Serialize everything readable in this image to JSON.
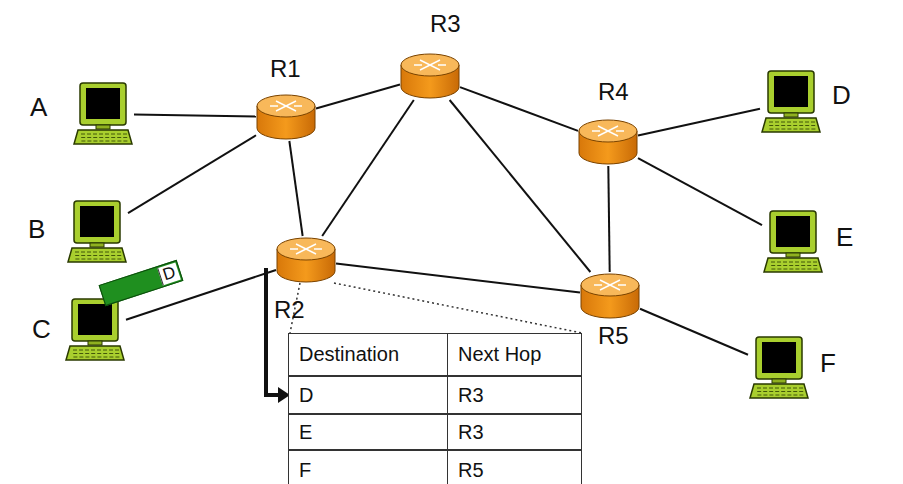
{
  "diagram": {
    "nodes": [
      {
        "text": [
          "R3"
        ]
      },
      {
        "text": [
          "R1"
        ]
      },
      {
        "text": [
          "A"
        ]
      },
      {
        "text": [
          "R4"
        ]
      },
      {
        "text": [
          "D"
        ]
      },
      {
        "text": [
          "B"
        ]
      },
      {
        "text": [
          "E"
        ]
      },
      {
        "text": [
          "R2"
        ]
      },
      {
        "text": [
          "D"
        ]
      },
      {
        "text": [
          "C"
        ]
      },
      {
        "text": [
          "R5"
        ]
      },
      {
        "text": [
          "F"
        ]
      }
    ],
    "edges": [
      {
        "from": 2,
        "to": 1,
        "arrow": "none"
      },
      {
        "from": 5,
        "to": 1,
        "arrow": "none"
      },
      {
        "from": 9,
        "to": 7,
        "arrow": "none"
      },
      {
        "from": 1,
        "to": 7,
        "arrow": "none"
      },
      {
        "from": 1,
        "to": 0,
        "arrow": "none"
      },
      {
        "from": 7,
        "to": 0,
        "arrow": "none"
      },
      {
        "from": 7,
        "to": 10,
        "arrow": "none"
      },
      {
        "from": 0,
        "to": 3,
        "arrow": "none"
      },
      {
        "from": 0,
        "to": 10,
        "arrow": "none"
      },
      {
        "from": 3,
        "to": 10,
        "arrow": "none"
      },
      {
        "from": 3,
        "to": 4,
        "arrow": "none"
      },
      {
        "from": 3,
        "to": 6,
        "arrow": "none"
      },
      {
        "from": 10,
        "to": 11,
        "arrow": "none"
      }
    ],
    "labels": [
      "Destination",
      "Next Hop",
      "D",
      "R3",
      "E",
      "R3",
      "F",
      "R5"
    ]
  }
}
